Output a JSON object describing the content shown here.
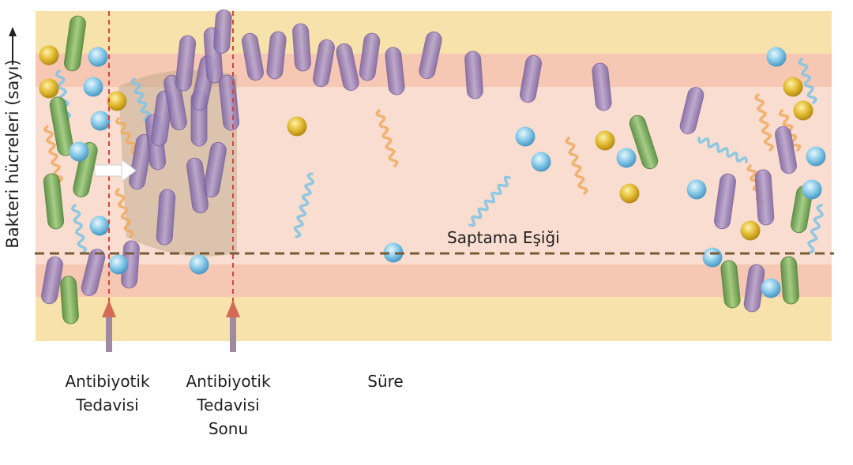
{
  "diagram": {
    "y_axis_label": "Bakteri hücreleri (sayı)",
    "threshold_label": "Saptama Eşiği",
    "x_axis_label": "Süre",
    "markers": [
      {
        "lines": [
          "Antibiyotik",
          "Tedavisi"
        ]
      },
      {
        "lines": [
          "Antibiyotik",
          "Tedavisi",
          "Sonu"
        ]
      }
    ]
  },
  "colors": {
    "outer_band": "#f8e3ad",
    "middle_band": "#f6c9b4",
    "inner_band": "#f9ddd0",
    "rod_purple": "#9b84b6",
    "rod_green": "#79ab5e",
    "cocci_blue": "#7fc6e6",
    "cocci_yellow": "#e2b72e",
    "spiral_orange": "#f0b06a",
    "spiral_blue": "#8ecae6",
    "marker_line": "#d9443a",
    "threshold_line": "#7a5a33",
    "arrow": "#9a7b8f"
  }
}
